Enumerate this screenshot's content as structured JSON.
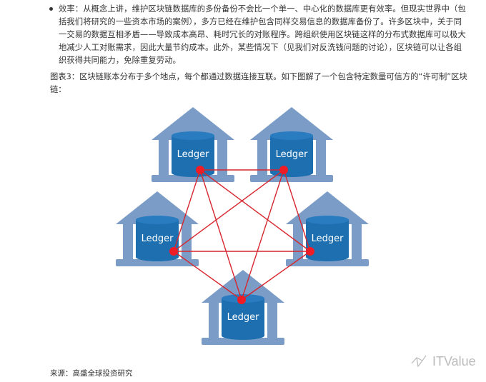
{
  "body_text": "效率：从概念上讲，维护区块链数据库的多份备份不会比一个单一、中心化的数据库更有效率。但现实世界中（包括我们将研究的一些资本市场的案例），多方已经在维护包含同样交易信息的数据库备份了。许多区块中，关于同一交易的数据互相矛盾——导致成本高昂、耗时冗长的对账程序。跨组织使用区块链这样的分布式数据库可以极大地减少人工对账需求，因此大量节约成本。此外，某些情况下（见我们对反洗钱问题的讨论），区块链可以让各组织获得共同能力，免除重复劳动。",
  "figure_caption": "图表3：区块链账本分布于多个地点，每个都通过数据连接互联。如下图解了一个包含特定数量可信方的“许可制”区块链：",
  "diagram": {
    "node_label": "Ledger",
    "node_count": 5,
    "colors": {
      "building": "#7a9cc6",
      "cylinder": "#1e6fb0",
      "link": "#d7262e",
      "dot": "#ee1c25"
    }
  },
  "source": "来源：高盛全球投资研究",
  "watermark": "ITValue"
}
